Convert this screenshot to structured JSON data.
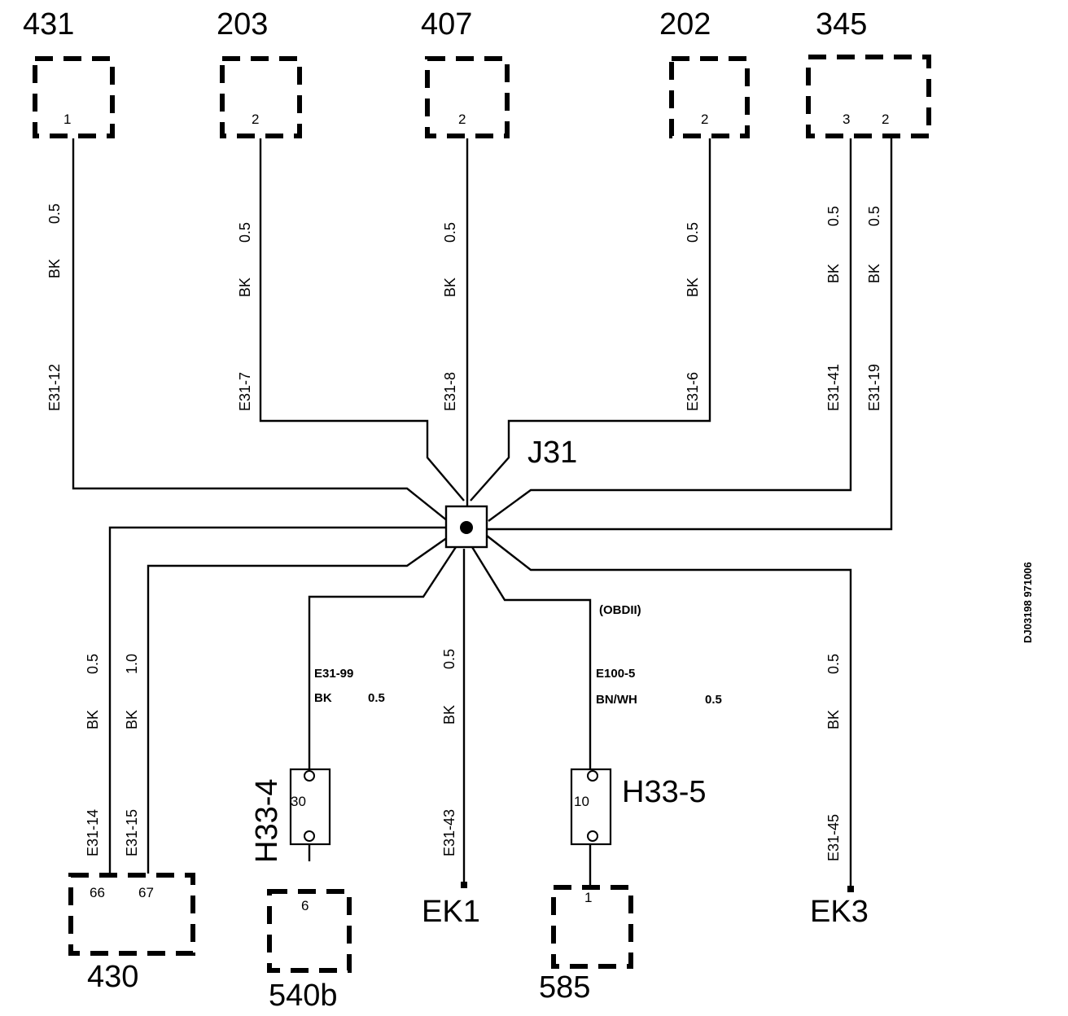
{
  "components": {
    "c431": {
      "id": "431",
      "pin": "1"
    },
    "c203": {
      "id": "203",
      "pin": "2"
    },
    "c407": {
      "id": "407",
      "pin": "2"
    },
    "c202": {
      "id": "202",
      "pin": "2"
    },
    "c345": {
      "id": "345",
      "pin_a": "3",
      "pin_b": "2"
    },
    "c430": {
      "id": "430",
      "pin_a": "66",
      "pin_b": "67"
    },
    "c540b": {
      "id": "540b",
      "pin": "6"
    },
    "c585": {
      "id": "585",
      "pin": "1"
    }
  },
  "junction": {
    "label": "J31"
  },
  "connectors": {
    "h33_4": {
      "label": "H33-4",
      "pin": "30"
    },
    "h33_5": {
      "label": "H33-5",
      "pin": "10"
    }
  },
  "grounds": {
    "ek1": "EK1",
    "ek3": "EK3"
  },
  "wires": {
    "w1": {
      "size": "0.5",
      "color": "BK",
      "conn": "E31-12"
    },
    "w2": {
      "size": "0.5",
      "color": "BK",
      "conn": "E31-7"
    },
    "w3": {
      "size": "0.5",
      "color": "BK",
      "conn": "E31-8"
    },
    "w4": {
      "size": "0.5",
      "color": "BK",
      "conn": "E31-6"
    },
    "w5": {
      "size": "0.5",
      "color": "BK",
      "conn": "E31-41"
    },
    "w6": {
      "size": "0.5",
      "color": "BK",
      "conn": "E31-19"
    },
    "w7": {
      "size": "0.5",
      "color": "BK",
      "conn": "E31-14"
    },
    "w8": {
      "size": "1.0",
      "color": "BK",
      "conn": "E31-15"
    },
    "w9": {
      "size": "0.5",
      "color": "BK",
      "conn": "E31-99"
    },
    "w10": {
      "size": "0.5",
      "color": "BK",
      "conn": "E31-43"
    },
    "w11": {
      "size": "0.5",
      "color": "BN/WH",
      "conn": "E100-5",
      "note": "(OBDII)"
    },
    "w12": {
      "size": "0.5",
      "color": "BK",
      "conn": "E31-45"
    }
  },
  "doc_code": "DJ03198 971006"
}
